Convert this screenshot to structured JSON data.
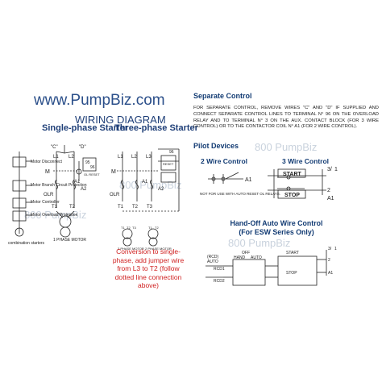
{
  "header": {
    "site_url": "www.PumpBiz.com",
    "diagram_title": "WIRING DIAGRAM",
    "single_phase_label": "Single-phase Starter",
    "three_phase_label": "Three-phase Starter"
  },
  "watermarks": [
    "800 PumpBiz",
    "800 PumpBiz",
    "800 PumpBiz",
    "800 PumpBiz"
  ],
  "combination_starter": {
    "label": "combination starters",
    "components": [
      "Motor Disconnect",
      "Motor Branch Circuit Protection",
      "Motor Controller",
      "Motor Overload Protection"
    ]
  },
  "single_phase": {
    "terminals": [
      "L1",
      "L2",
      "T1",
      "T2",
      "A1",
      "A2",
      "M",
      "OLR",
      "95",
      "96"
    ],
    "motor_label": "1 PHASE MOTOR",
    "contacts": [
      "\"C\"",
      "\"D\""
    ],
    "reset": "OL RESET"
  },
  "three_phase": {
    "terminals": [
      "L1",
      "L2",
      "L3",
      "T1",
      "T2",
      "T3",
      "A1",
      "A2",
      "M",
      "OLR",
      "96"
    ],
    "motor_labels": [
      "3 PHASE MOTOR",
      "2 PHASE MOTOR"
    ],
    "reset": "RESET",
    "motor_terminals": [
      "T1",
      "T2",
      "T3",
      "T1",
      "T2"
    ]
  },
  "conversion_note": "Conversion to single-phase, add jumper wire from L3 to T2 (follow dotted line connection above)",
  "separate_control": {
    "title": "Separate Control",
    "text": "FOR SEPARATE CONTROL, REMOVE WIRES \"C\" AND \"D\" IF SUPPLIED AND CONNECT SEPARATE CONTROL LINES TO TERMINAL N° 96 ON THE OVERLOAD RELAY AND TO TERMINAL N° 3 ON THE AUX. CONTACT BLOCK (FOR 3 WIRE CONTROL) OR TO THE CONTACTOR COIL N° A1 (FOR 2 WIRE CONTROL)."
  },
  "pilot_devices": {
    "title": "Pilot Devices",
    "two_wire": {
      "title": "2 Wire Control",
      "terminal": "A1",
      "note": "NOT FOR USE WITH AUTO RESET OL RELAYS."
    },
    "three_wire": {
      "title": "3 Wire Control",
      "start": "START",
      "stop": "STOP",
      "terminals": [
        "3/",
        "1",
        "2",
        "A1"
      ]
    }
  },
  "hoa": {
    "title_line1": "Hand-Off Auto Wire Control",
    "title_line2": "(For ESW Series Only)",
    "labels": [
      "(RCD)",
      "AUTO",
      "RCD1",
      "RCD2",
      "OFF",
      "HAND",
      "AUTO",
      "START",
      "STOP",
      "3/",
      "2",
      "1",
      "A1"
    ]
  },
  "colors": {
    "accent_blue": "#1a5aa0",
    "dark_blue": "#123b73",
    "red_note": "#cf1f1f",
    "line": "#222222"
  }
}
